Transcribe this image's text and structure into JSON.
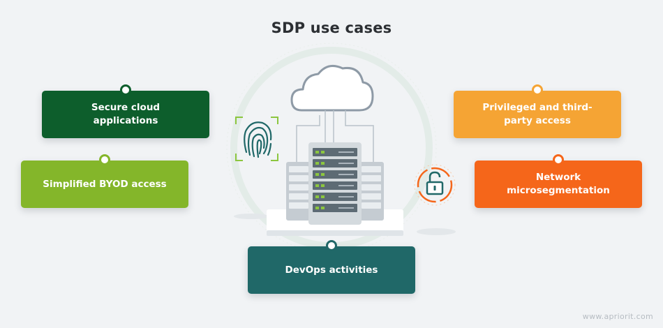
{
  "title": "SDP use cases",
  "use_cases": [
    {
      "label": "Secure cloud applications",
      "color": "#0d5e2c"
    },
    {
      "label": "Simplified BYOD access",
      "color": "#84b62a"
    },
    {
      "label": "Privileged and third-party access",
      "color": "#f5a434"
    },
    {
      "label": "Network microsegmentation",
      "color": "#f5661a"
    },
    {
      "label": "DevOps activities",
      "color": "#206868"
    }
  ],
  "illustration": {
    "center": "server-rack-icon",
    "top": "cloud-icon",
    "left": "fingerprint-icon",
    "right": "padlock-icon"
  },
  "watermark": "www.apriorit.com"
}
